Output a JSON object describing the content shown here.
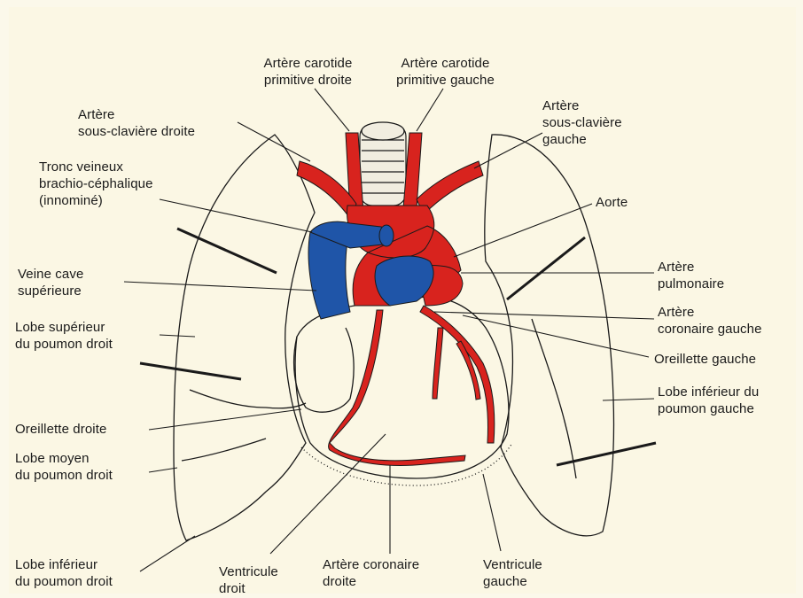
{
  "colors": {
    "background": "#fbf7e4",
    "artery": "#d8231e",
    "vein": "#1f55a8",
    "outline": "#1a1a1a"
  },
  "labels": {
    "carotide_droite": "Artère carotide\nprimitive droite",
    "carotide_gauche": "Artère carotide\nprimitive gauche",
    "sous_claviere_droite": "Artère\nsous-clavière droite",
    "sous_claviere_gauche": "Artère\nsous-clavière\ngauche",
    "tronc_veineux": "Tronc veineux\nbrachio-céphalique\n(innominé)",
    "aorte": "Aorte",
    "veine_cave": "Veine cave\nsupérieure",
    "artere_pulmonaire": "Artère\npulmonaire",
    "coronaire_gauche": "Artère\ncoronaire gauche",
    "lobe_sup_droit": "Lobe supérieur\ndu poumon droit",
    "oreillette_gauche": "Oreillette gauche",
    "lobe_inf_gauche": "Lobe inférieur du\npoumon gauche",
    "oreillette_droite": "Oreillette droite",
    "lobe_moyen_droit": "Lobe moyen\ndu poumon droit",
    "lobe_inf_droit": "Lobe inférieur\ndu poumon droit",
    "ventricule_droit": "Ventricule\ndroit",
    "coronaire_droite": "Artère coronaire\ndroite",
    "ventricule_gauche": "Ventricule\ngauche"
  }
}
